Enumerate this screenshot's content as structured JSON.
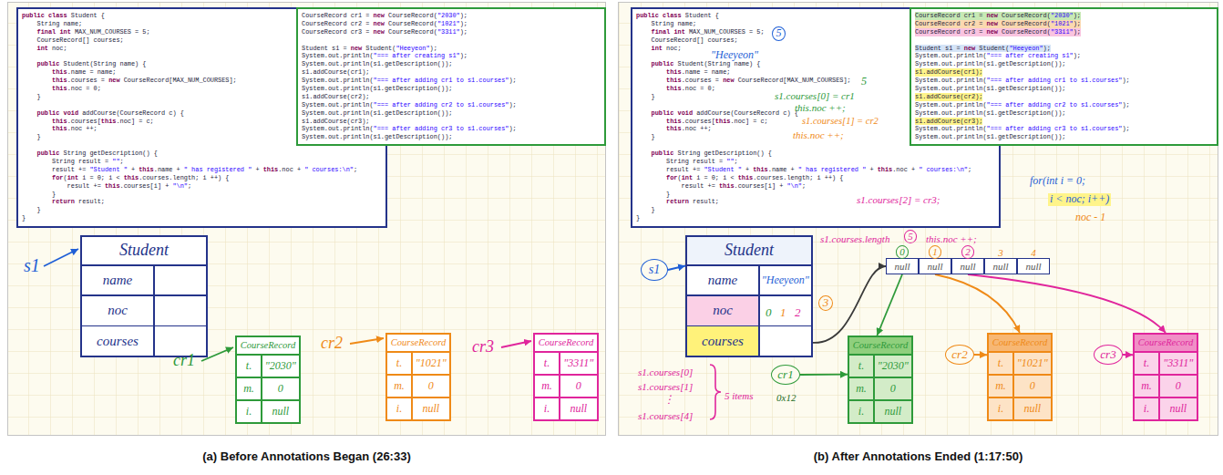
{
  "diagram": {
    "nodes": [
      {
        "text": [
          "(a) Before Annotations Began (26:33)"
        ]
      },
      {
        "text": [
          "public class Student {",
          "    String name;",
          "    final int MAX_NUM_COURSES = 5;",
          "    CourseRecord[] courses;",
          "    int noc;",
          "    public Student(String name) {",
          "        this.name = name;",
          "        this.courses = new CourseRecord[MAX_NUM_COURSES];",
          "        this.noc = 0;",
          "    }",
          "    public void addCourse(CourseRecord c) {",
          "        this.courses[this.noc] = c;",
          "        this.noc ++;",
          "    }",
          "    public String getDescription() {",
          "        String result = \"\";",
          "        result += \"Student \" + this.name + \" has registered \" + this.noc + \" courses:\\n\";",
          "        for(int i = 0; i < this.courses.length; i ++) {",
          "            result += this.courses[i] + \"\\n\";",
          "        }",
          "        return result;",
          "    }",
          "}"
        ],
        "in": 0
      },
      {
        "text": [
          "CourseRecord cr1 = new CourseRecord(\"2030\");",
          "CourseRecord cr2 = new CourseRecord(\"1021\");",
          "CourseRecord cr3 = new CourseRecord(\"3311\");",
          "Student s1 = new Student(\"Heeyeon\");",
          "System.out.println(\"=== after creating s1\");",
          "System.out.println(s1.getDescription());",
          "s1.addCourse(cr1);",
          "System.out.println(\"=== after adding cr1 to s1.courses\");",
          "System.out.println(s1.getDescription());",
          "s1.addCourse(cr2);",
          "System.out.println(\"=== after adding cr2 to s1.courses\");",
          "System.out.println(s1.getDescription());",
          "s1.addCourse(cr3);",
          "System.out.println(\"=== after adding cr3 to s1.courses\");",
          "System.out.println(s1.getDescription());"
        ],
        "in": 0
      },
      {
        "text": [
          "Student",
          "name",
          "noc",
          "courses"
        ],
        "in": 0
      },
      {
        "text": [
          "CourseRecord",
          "t.",
          "\"2030\"",
          "m.",
          "0",
          "i.",
          "null"
        ],
        "in": 0
      },
      {
        "text": [
          "CourseRecord",
          "t.",
          "\"1021\"",
          "m.",
          "0",
          "i.",
          "null"
        ],
        "in": 0
      },
      {
        "text": [
          "CourseRecord",
          "t.",
          "\"3311\"",
          "m.",
          "0",
          "i.",
          "null"
        ],
        "in": 0
      },
      {
        "text": [
          "(b) After Annotations Ended (1:17:50)"
        ]
      },
      {
        "text": [
          "public class Student {",
          "    String name;",
          "    final int MAX_NUM_COURSES = 5;",
          "    CourseRecord[] courses;",
          "    int noc;",
          "    public Student(String name) {",
          "        this.name = name;",
          "        this.courses = new CourseRecord[MAX_NUM_COURSES];",
          "        this.noc = 0;",
          "    }",
          "    public void addCourse(CourseRecord c) {",
          "        this.courses[this.noc] = c;",
          "        this.noc ++;",
          "    }",
          "    public String getDescription() {",
          "        String result = \"\";",
          "        result += \"Student \" + this.name + \" has registered \" + this.noc + \" courses:\\n\";",
          "        for(int i = 0; i < this.courses.length; i ++) {",
          "            result += this.courses[i] + \"\\n\";",
          "        }",
          "        return result;",
          "    }",
          "}"
        ],
        "in": 7
      },
      {
        "text": [
          "CourseRecord cr1 = new CourseRecord(\"2030\");",
          "CourseRecord cr2 = new CourseRecord(\"1021\");",
          "CourseRecord cr3 = new CourseRecord(\"3311\");",
          "Student s1 = new Student(\"Heeyeon\");",
          "System.out.println(\"=== after creating s1\");",
          "System.out.println(s1.getDescription());",
          "s1.addCourse(cr1);",
          "System.out.println(\"=== after adding cr1 to s1.courses\");",
          "System.out.println(s1.getDescription());",
          "s1.addCourse(cr2);",
          "System.out.println(\"=== after adding cr2 to s1.courses\");",
          "System.out.println(s1.getDescription());",
          "s1.addCourse(cr3);",
          "System.out.println(\"=== after adding cr3 to s1.courses\");",
          "System.out.println(s1.getDescription());"
        ],
        "in": 7
      },
      {
        "text": [
          "s1"
        ],
        "in": 7
      },
      {
        "text": [
          "Student",
          "name",
          "\"Heeyeon\"",
          "noc",
          "courses"
        ],
        "in": 7
      },
      {
        "text": [
          "null"
        ],
        "in": 7
      },
      {
        "text": [
          "null"
        ],
        "in": 7
      },
      {
        "text": [
          "null"
        ],
        "in": 7
      },
      {
        "text": [
          "null"
        ],
        "in": 7
      },
      {
        "text": [
          "null"
        ],
        "in": 7
      },
      {
        "text": [
          "cr1"
        ],
        "in": 7
      },
      {
        "text": [
          "CourseRecord",
          "t.",
          "\"2030\"",
          "m.",
          "0",
          "i.",
          "null"
        ],
        "in": 7
      },
      {
        "text": [
          "cr2"
        ],
        "in": 7
      },
      {
        "text": [
          "CourseRecord",
          "t.",
          "\"1021\"",
          "m.",
          "0",
          "i.",
          "null"
        ],
        "in": 7
      },
      {
        "text": [
          "cr3"
        ],
        "in": 7
      },
      {
        "text": [
          "CourseRecord",
          "t.",
          "\"3311\"",
          "m.",
          "0",
          "i.",
          "null"
        ],
        "in": 7
      }
    ],
    "edges": [
      {
        "from": 10,
        "to": 11,
        "arrow": "to"
      },
      {
        "from": 11,
        "to": 12,
        "arrow": "to"
      },
      {
        "from": 12,
        "to": 18,
        "arrow": "to"
      },
      {
        "from": 13,
        "to": 20,
        "arrow": "to"
      },
      {
        "from": 14,
        "to": 22,
        "arrow": "to"
      },
      {
        "from": 17,
        "to": 18,
        "arrow": "to"
      },
      {
        "from": 19,
        "to": 20,
        "arrow": "to"
      },
      {
        "from": 21,
        "to": 22,
        "arrow": "to"
      }
    ],
    "labels": [
      "s1",
      "cr1",
      "cr2",
      "cr3",
      "5",
      "\"Heeyeon\"",
      "5",
      "s1.courses[0] = cr1",
      "this.noc ++;",
      "s1.courses[1] = cr2",
      "this.noc ++;",
      "s1.courses[2] = cr3;",
      "s1.courses.length",
      "5",
      "this.noc ++;",
      "for(int i = 0;",
      "i < noc; i++)",
      "noc - 1",
      "0",
      "1",
      "2",
      "3",
      "4",
      "0",
      "1",
      "2",
      "3",
      "s1.courses[0]",
      "s1.courses[1]",
      "⋮",
      "s1.courses[4]",
      "5 items",
      "0x12"
    ]
  }
}
